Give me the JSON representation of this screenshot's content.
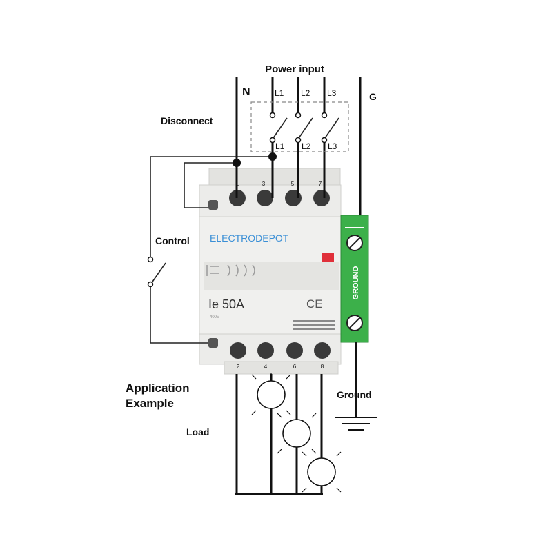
{
  "labels": {
    "power_input": "Power input",
    "neutral": "N",
    "ground_wire": "G",
    "disconnect": "Disconnect",
    "control": "Control",
    "application_example": [
      "Application",
      "Example"
    ],
    "load": "Load",
    "ground": "Ground"
  },
  "phases_top": [
    "L1",
    "L2",
    "L3"
  ],
  "phases_switch": [
    "L1",
    "L2",
    "L3"
  ],
  "device": {
    "brand": "ELECTRODEPOT",
    "rating": "Ie 50A",
    "rating_sub": "400V",
    "mark": "CE",
    "terminals_top": [
      "1",
      "3",
      "5",
      "7"
    ],
    "terminals_bottom": [
      "2",
      "4",
      "6",
      "8"
    ],
    "ground_block_label": "GROUND"
  },
  "colors": {
    "brand_blue": "#3a8fd6",
    "ground_green": "#3cb04a",
    "indicator_red": "#e0303a",
    "device_body": "#e9e9e6"
  }
}
